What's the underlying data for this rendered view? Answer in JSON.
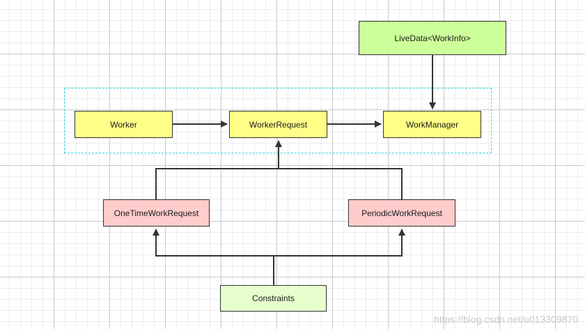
{
  "diagram": {
    "nodes": {
      "livedata": "LiveData<WorkInfo>",
      "worker": "Worker",
      "workerrequest": "WorkerRequest",
      "workmanager": "WorkManager",
      "onetime": "OneTimeWorkRequest",
      "periodic": "PeriodicWorkRequest",
      "constraints": "Constraints"
    },
    "edges": [
      {
        "from": "Worker",
        "to": "WorkerRequest"
      },
      {
        "from": "WorkerRequest",
        "to": "WorkManager"
      },
      {
        "from": "LiveData<WorkInfo>",
        "to": "WorkManager"
      },
      {
        "from": "OneTimeWorkRequest",
        "to": "WorkerRequest"
      },
      {
        "from": "PeriodicWorkRequest",
        "to": "WorkerRequest"
      },
      {
        "from": "Constraints",
        "to": "OneTimeWorkRequest"
      },
      {
        "from": "Constraints",
        "to": "PeriodicWorkRequest"
      }
    ],
    "colors": {
      "yellow_node": "#ffff88",
      "livedata_node": "#ccff99",
      "constraints_node": "#e6ffcc",
      "request_subclass_node": "#ffcccc",
      "group_border": "#2fd6d6",
      "edge": "#333333"
    }
  },
  "watermark": "https://blog.csdn.net/u013309870"
}
